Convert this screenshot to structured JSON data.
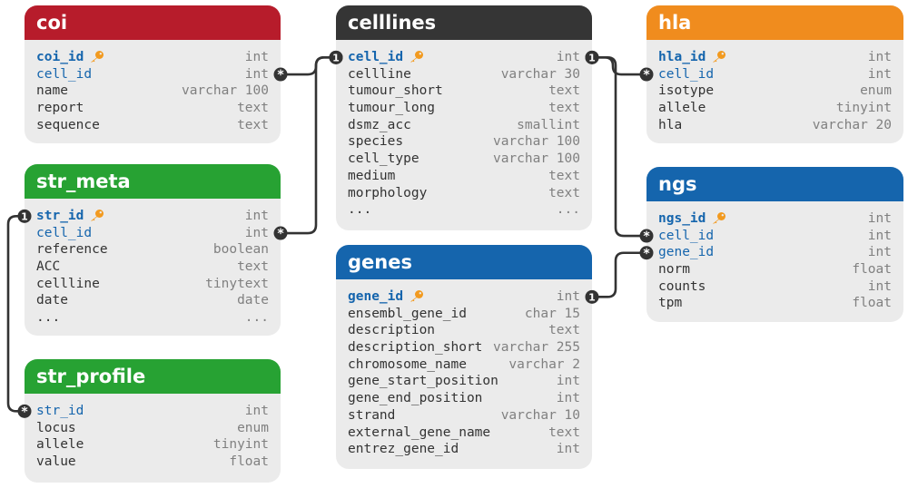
{
  "colors": {
    "coi": "#b71c2b",
    "celllines": "#353535",
    "hla": "#f08c1e",
    "ngs": "#1565ad",
    "str_meta": "#27a233",
    "str_profile": "#27a233",
    "genes": "#1565ad",
    "pk_field": "#1565ad",
    "key_icon": "#f29a1f",
    "connector": "#333333"
  },
  "tables": {
    "coi": {
      "title": "coi",
      "fields": [
        {
          "name": "coi_id",
          "type": "int",
          "role": "pk"
        },
        {
          "name": "cell_id",
          "type": "int",
          "role": "fk"
        },
        {
          "name": "name",
          "type": "varchar 100",
          "role": ""
        },
        {
          "name": "report",
          "type": "text",
          "role": ""
        },
        {
          "name": "sequence",
          "type": "text",
          "role": ""
        }
      ]
    },
    "celllines": {
      "title": "celllines",
      "fields": [
        {
          "name": "cell_id",
          "type": "int",
          "role": "pk"
        },
        {
          "name": "cellline",
          "type": "varchar 30",
          "role": ""
        },
        {
          "name": "tumour_short",
          "type": "text",
          "role": ""
        },
        {
          "name": "tumour_long",
          "type": "text",
          "role": ""
        },
        {
          "name": "dsmz_acc",
          "type": "smallint",
          "role": ""
        },
        {
          "name": "species",
          "type": "varchar 100",
          "role": ""
        },
        {
          "name": "cell_type",
          "type": "varchar 100",
          "role": ""
        },
        {
          "name": "medium",
          "type": "text",
          "role": ""
        },
        {
          "name": "morphology",
          "type": "text",
          "role": ""
        },
        {
          "name": "...",
          "type": "...",
          "role": ""
        }
      ]
    },
    "hla": {
      "title": "hla",
      "fields": [
        {
          "name": "hla_id",
          "type": "int",
          "role": "pk"
        },
        {
          "name": "cell_id",
          "type": "int",
          "role": "fk"
        },
        {
          "name": "isotype",
          "type": "enum",
          "role": ""
        },
        {
          "name": "allele",
          "type": "tinyint",
          "role": ""
        },
        {
          "name": "hla",
          "type": "varchar 20",
          "role": ""
        }
      ]
    },
    "str_meta": {
      "title": "str_meta",
      "fields": [
        {
          "name": "str_id",
          "type": "int",
          "role": "pk"
        },
        {
          "name": "cell_id",
          "type": "int",
          "role": "fk"
        },
        {
          "name": "reference",
          "type": "boolean",
          "role": ""
        },
        {
          "name": "ACC",
          "type": "text",
          "role": ""
        },
        {
          "name": "cellline",
          "type": "tinytext",
          "role": ""
        },
        {
          "name": "date",
          "type": "date",
          "role": ""
        },
        {
          "name": "...",
          "type": "...",
          "role": ""
        }
      ]
    },
    "ngs": {
      "title": "ngs",
      "fields": [
        {
          "name": "ngs_id",
          "type": "int",
          "role": "pk"
        },
        {
          "name": "cell_id",
          "type": "int",
          "role": "fk"
        },
        {
          "name": "gene_id",
          "type": "int",
          "role": "fk"
        },
        {
          "name": "norm",
          "type": "float",
          "role": ""
        },
        {
          "name": "counts",
          "type": "int",
          "role": ""
        },
        {
          "name": "tpm",
          "type": "float",
          "role": ""
        }
      ]
    },
    "genes": {
      "title": "genes",
      "fields": [
        {
          "name": "gene_id",
          "type": "int",
          "role": "pk"
        },
        {
          "name": "ensembl_gene_id",
          "type": "char 15",
          "role": ""
        },
        {
          "name": "description",
          "type": "text",
          "role": ""
        },
        {
          "name": "description_short",
          "type": "varchar 255",
          "role": ""
        },
        {
          "name": "chromosome_name",
          "type": "varchar 2",
          "role": ""
        },
        {
          "name": "gene_start_position",
          "type": "int",
          "role": ""
        },
        {
          "name": "gene_end_position",
          "type": "int",
          "role": ""
        },
        {
          "name": "strand",
          "type": "varchar 10",
          "role": ""
        },
        {
          "name": "external_gene_name",
          "type": "text",
          "role": ""
        },
        {
          "name": "entrez_gene_id",
          "type": "int",
          "role": ""
        }
      ]
    },
    "str_profile": {
      "title": "str_profile",
      "fields": [
        {
          "name": "str_id",
          "type": "int",
          "role": "fk"
        },
        {
          "name": "locus",
          "type": "enum",
          "role": ""
        },
        {
          "name": "allele",
          "type": "tinyint",
          "role": ""
        },
        {
          "name": "value",
          "type": "float",
          "role": ""
        }
      ]
    }
  },
  "relationships": [
    {
      "from_table": "celllines",
      "from_field": "cell_id",
      "from_card": "1",
      "to_table": "coi",
      "to_field": "cell_id",
      "to_card": "*"
    },
    {
      "from_table": "celllines",
      "from_field": "cell_id",
      "from_card": "1",
      "to_table": "str_meta",
      "to_field": "cell_id",
      "to_card": "*"
    },
    {
      "from_table": "celllines",
      "from_field": "cell_id",
      "from_card": "1",
      "to_table": "hla",
      "to_field": "cell_id",
      "to_card": "*"
    },
    {
      "from_table": "celllines",
      "from_field": "cell_id",
      "from_card": "1",
      "to_table": "ngs",
      "to_field": "cell_id",
      "to_card": "*"
    },
    {
      "from_table": "genes",
      "from_field": "gene_id",
      "from_card": "1",
      "to_table": "ngs",
      "to_field": "gene_id",
      "to_card": "*"
    },
    {
      "from_table": "str_meta",
      "from_field": "str_id",
      "from_card": "1",
      "to_table": "str_profile",
      "to_field": "str_id",
      "to_card": "*"
    }
  ]
}
